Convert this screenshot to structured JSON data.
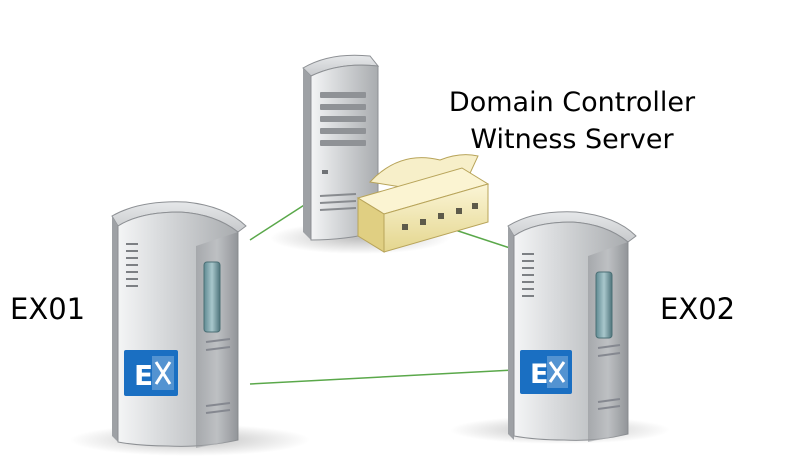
{
  "labels": {
    "dc_line1": "Domain Controller",
    "dc_line2": "Witness Server",
    "ex01": "EX01",
    "ex02": "EX02"
  },
  "icons": {
    "exchange_logo_letter": "E"
  },
  "colors": {
    "link_line": "#5aa84a",
    "exchange_blue": "#1a6fc2",
    "server_body": "#b8babd",
    "share_folder": "#f2e8b5"
  }
}
